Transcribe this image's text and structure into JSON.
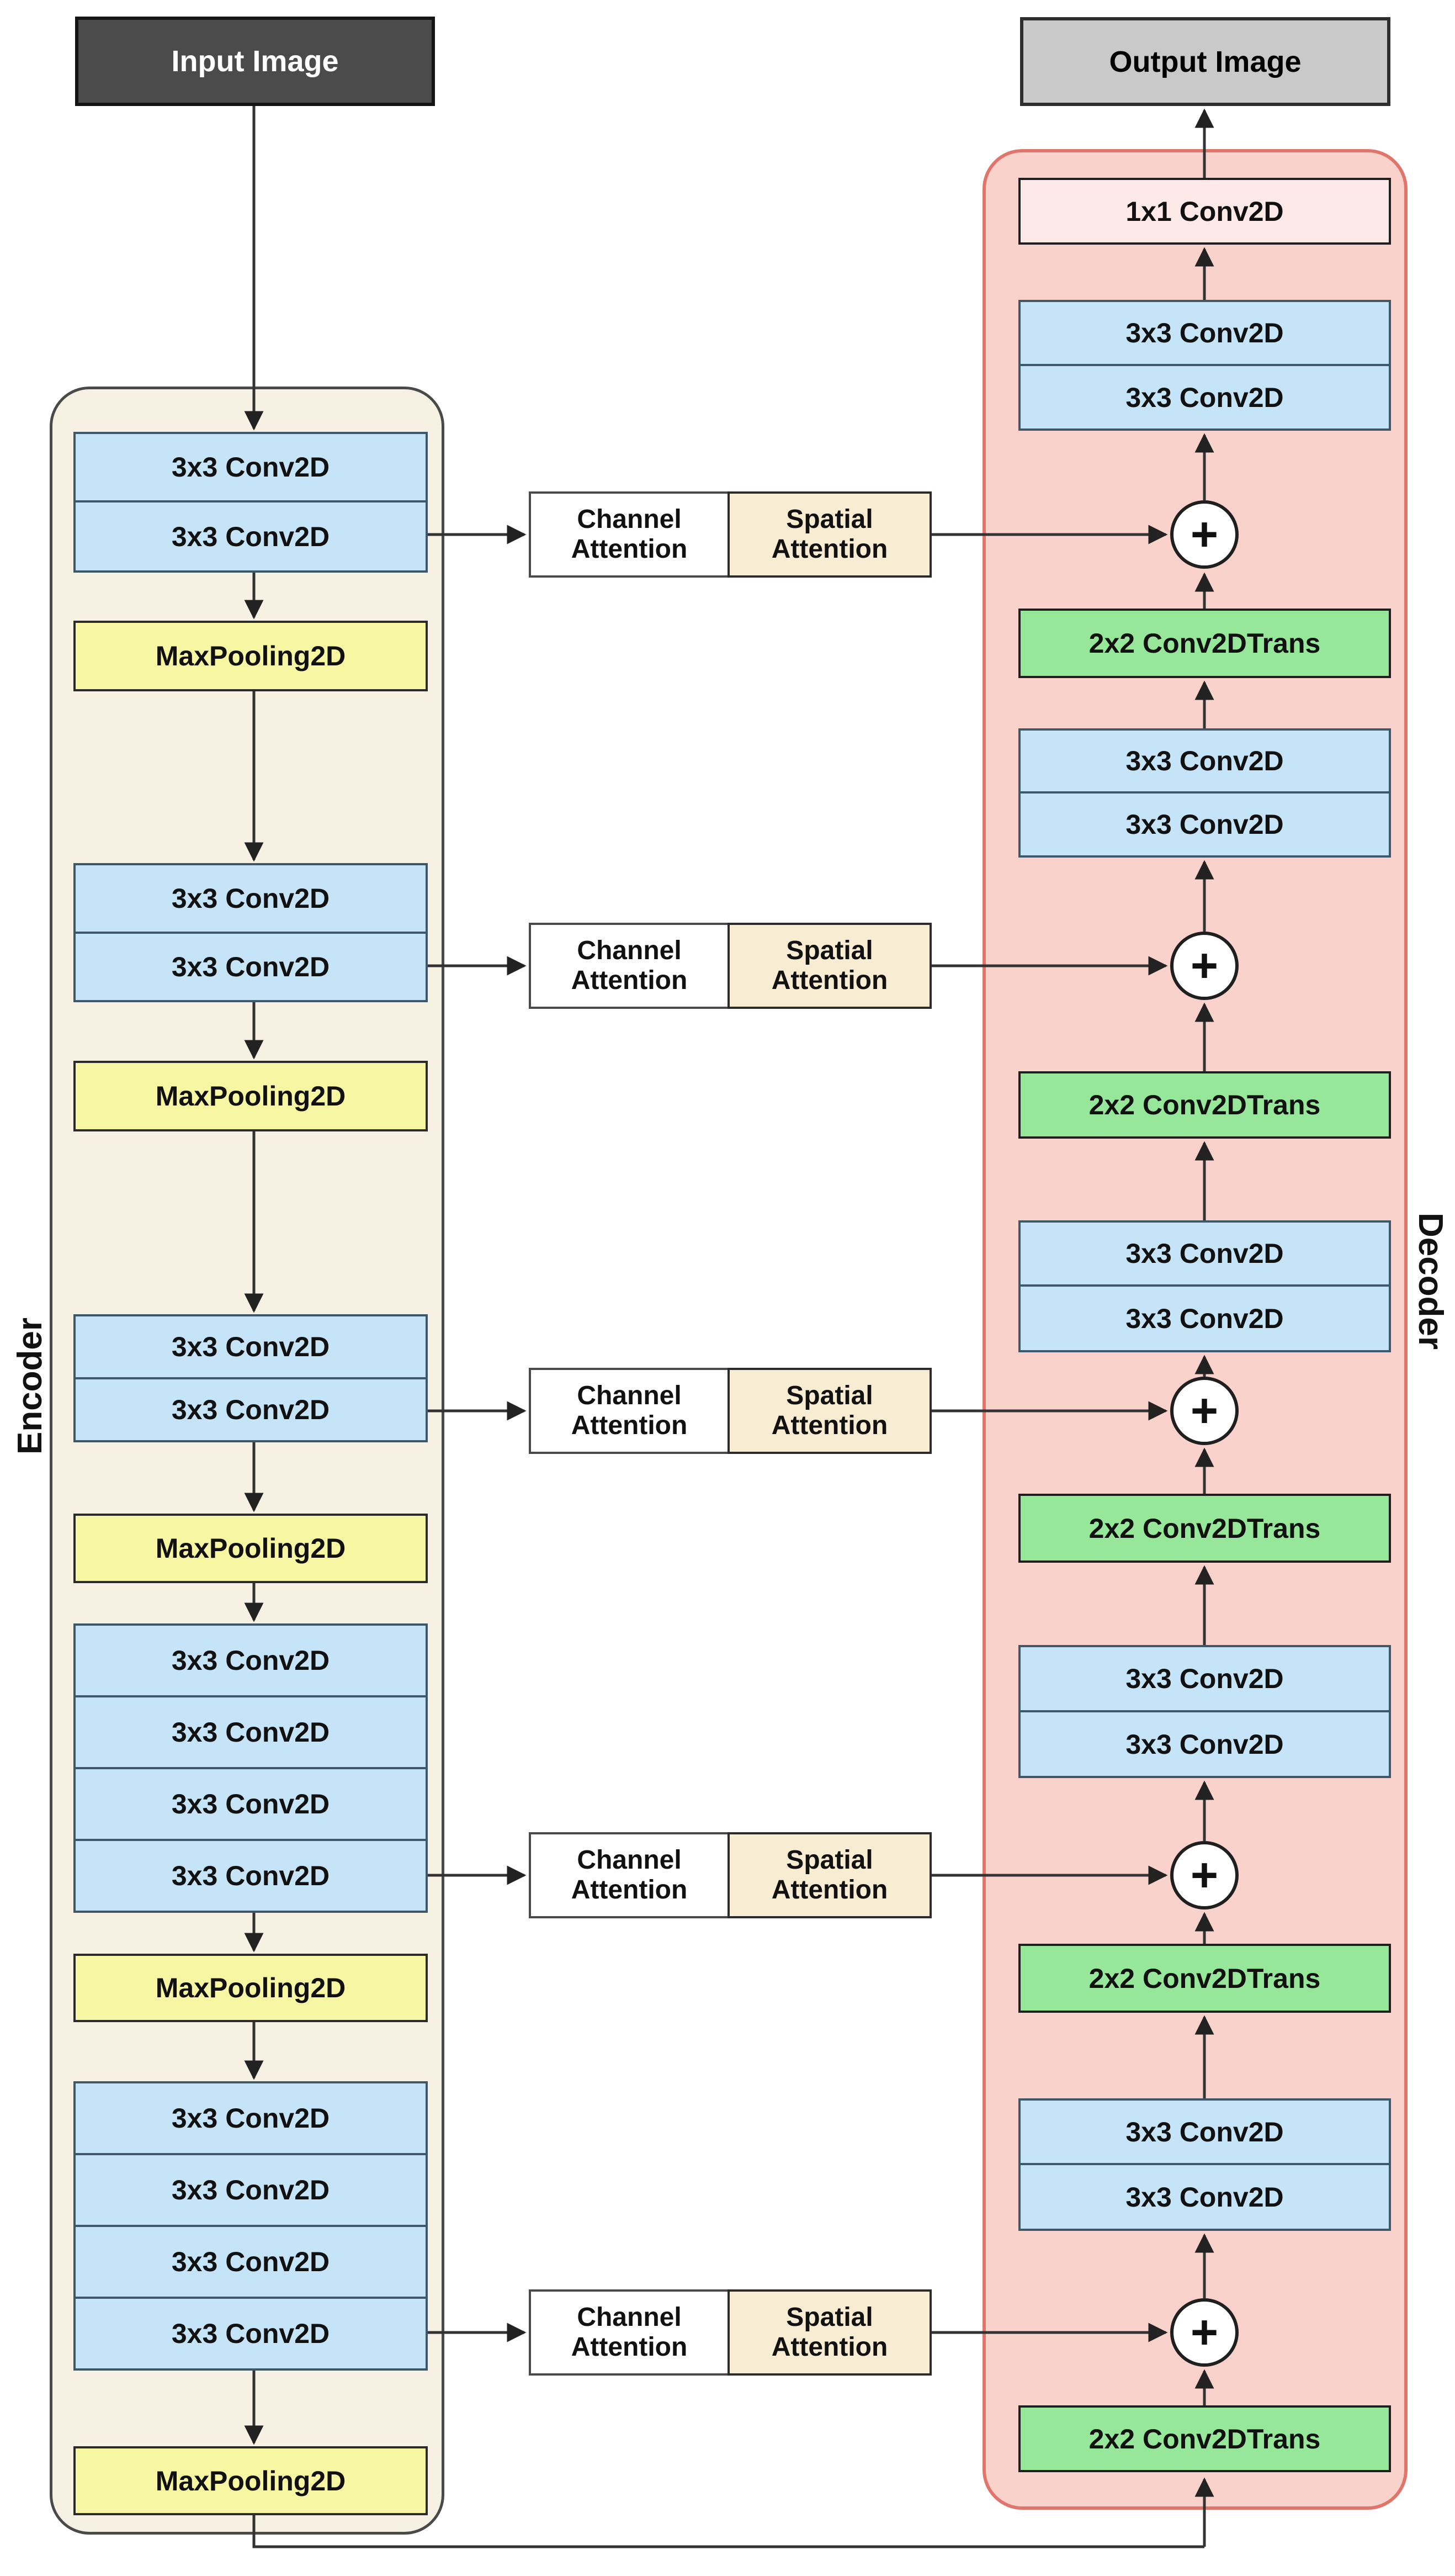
{
  "labels": {
    "input": "Input Image",
    "output": "Output Image",
    "encoder": "Encoder",
    "decoder": "Decoder",
    "conv3x3": "3x3 Conv2D",
    "maxpool": "MaxPooling2D",
    "conv_trans": "2x2 Conv2DTrans",
    "conv1x1": "1x1 Conv2D",
    "channel_attention": "Channel Attention",
    "spatial_attention": "Spatial Attention",
    "plus": "+"
  },
  "colors": {
    "input_fill": "#4b4b4b",
    "output_fill": "#c9c9c9",
    "encoder_bg": "#f6f1e2",
    "encoder_border": "#4a4a4a",
    "decoder_bg": "#fad2cc",
    "decoder_border": "#e0766b",
    "conv_fill": "#c5e4f7",
    "pool_fill": "#f7f7a3",
    "trans_fill": "#96e79a",
    "conv1x1_fill": "#fdeae8",
    "channel_fill": "#ffffff",
    "spatial_fill": "#f8ecd2",
    "plus_fill": "#ffffff",
    "wire": "#333333"
  },
  "encoder": {
    "label": "Encoder",
    "groups": [
      {
        "conv_layers": [
          "3x3 Conv2D",
          "3x3 Conv2D"
        ],
        "pool": "MaxPooling2D"
      },
      {
        "conv_layers": [
          "3x3 Conv2D",
          "3x3 Conv2D"
        ],
        "pool": "MaxPooling2D"
      },
      {
        "conv_layers": [
          "3x3 Conv2D",
          "3x3 Conv2D"
        ],
        "pool": "MaxPooling2D"
      },
      {
        "conv_layers": [
          "3x3 Conv2D",
          "3x3 Conv2D",
          "3x3 Conv2D",
          "3x3 Conv2D"
        ],
        "pool": "MaxPooling2D"
      },
      {
        "conv_layers": [
          "3x3 Conv2D",
          "3x3 Conv2D",
          "3x3 Conv2D",
          "3x3 Conv2D"
        ],
        "pool": "MaxPooling2D"
      }
    ]
  },
  "skip_connections": [
    {
      "via": [
        "Channel Attention",
        "Spatial Attention"
      ],
      "merge": "+"
    },
    {
      "via": [
        "Channel Attention",
        "Spatial Attention"
      ],
      "merge": "+"
    },
    {
      "via": [
        "Channel Attention",
        "Spatial Attention"
      ],
      "merge": "+"
    },
    {
      "via": [
        "Channel Attention",
        "Spatial Attention"
      ],
      "merge": "+"
    },
    {
      "via": [
        "Channel Attention",
        "Spatial Attention"
      ],
      "merge": "+"
    }
  ],
  "decoder": {
    "label": "Decoder",
    "top_to_bottom": [
      "1x1 Conv2D",
      "3x3 Conv2D",
      "3x3 Conv2D",
      "+",
      "2x2 Conv2DTrans",
      "3x3 Conv2D",
      "3x3 Conv2D",
      "+",
      "2x2 Conv2DTrans",
      "3x3 Conv2D",
      "3x3 Conv2D",
      "+",
      "2x2 Conv2DTrans",
      "3x3 Conv2D",
      "3x3 Conv2D",
      "+",
      "2x2 Conv2DTrans",
      "3x3 Conv2D",
      "3x3 Conv2D",
      "+",
      "2x2 Conv2DTrans"
    ]
  }
}
